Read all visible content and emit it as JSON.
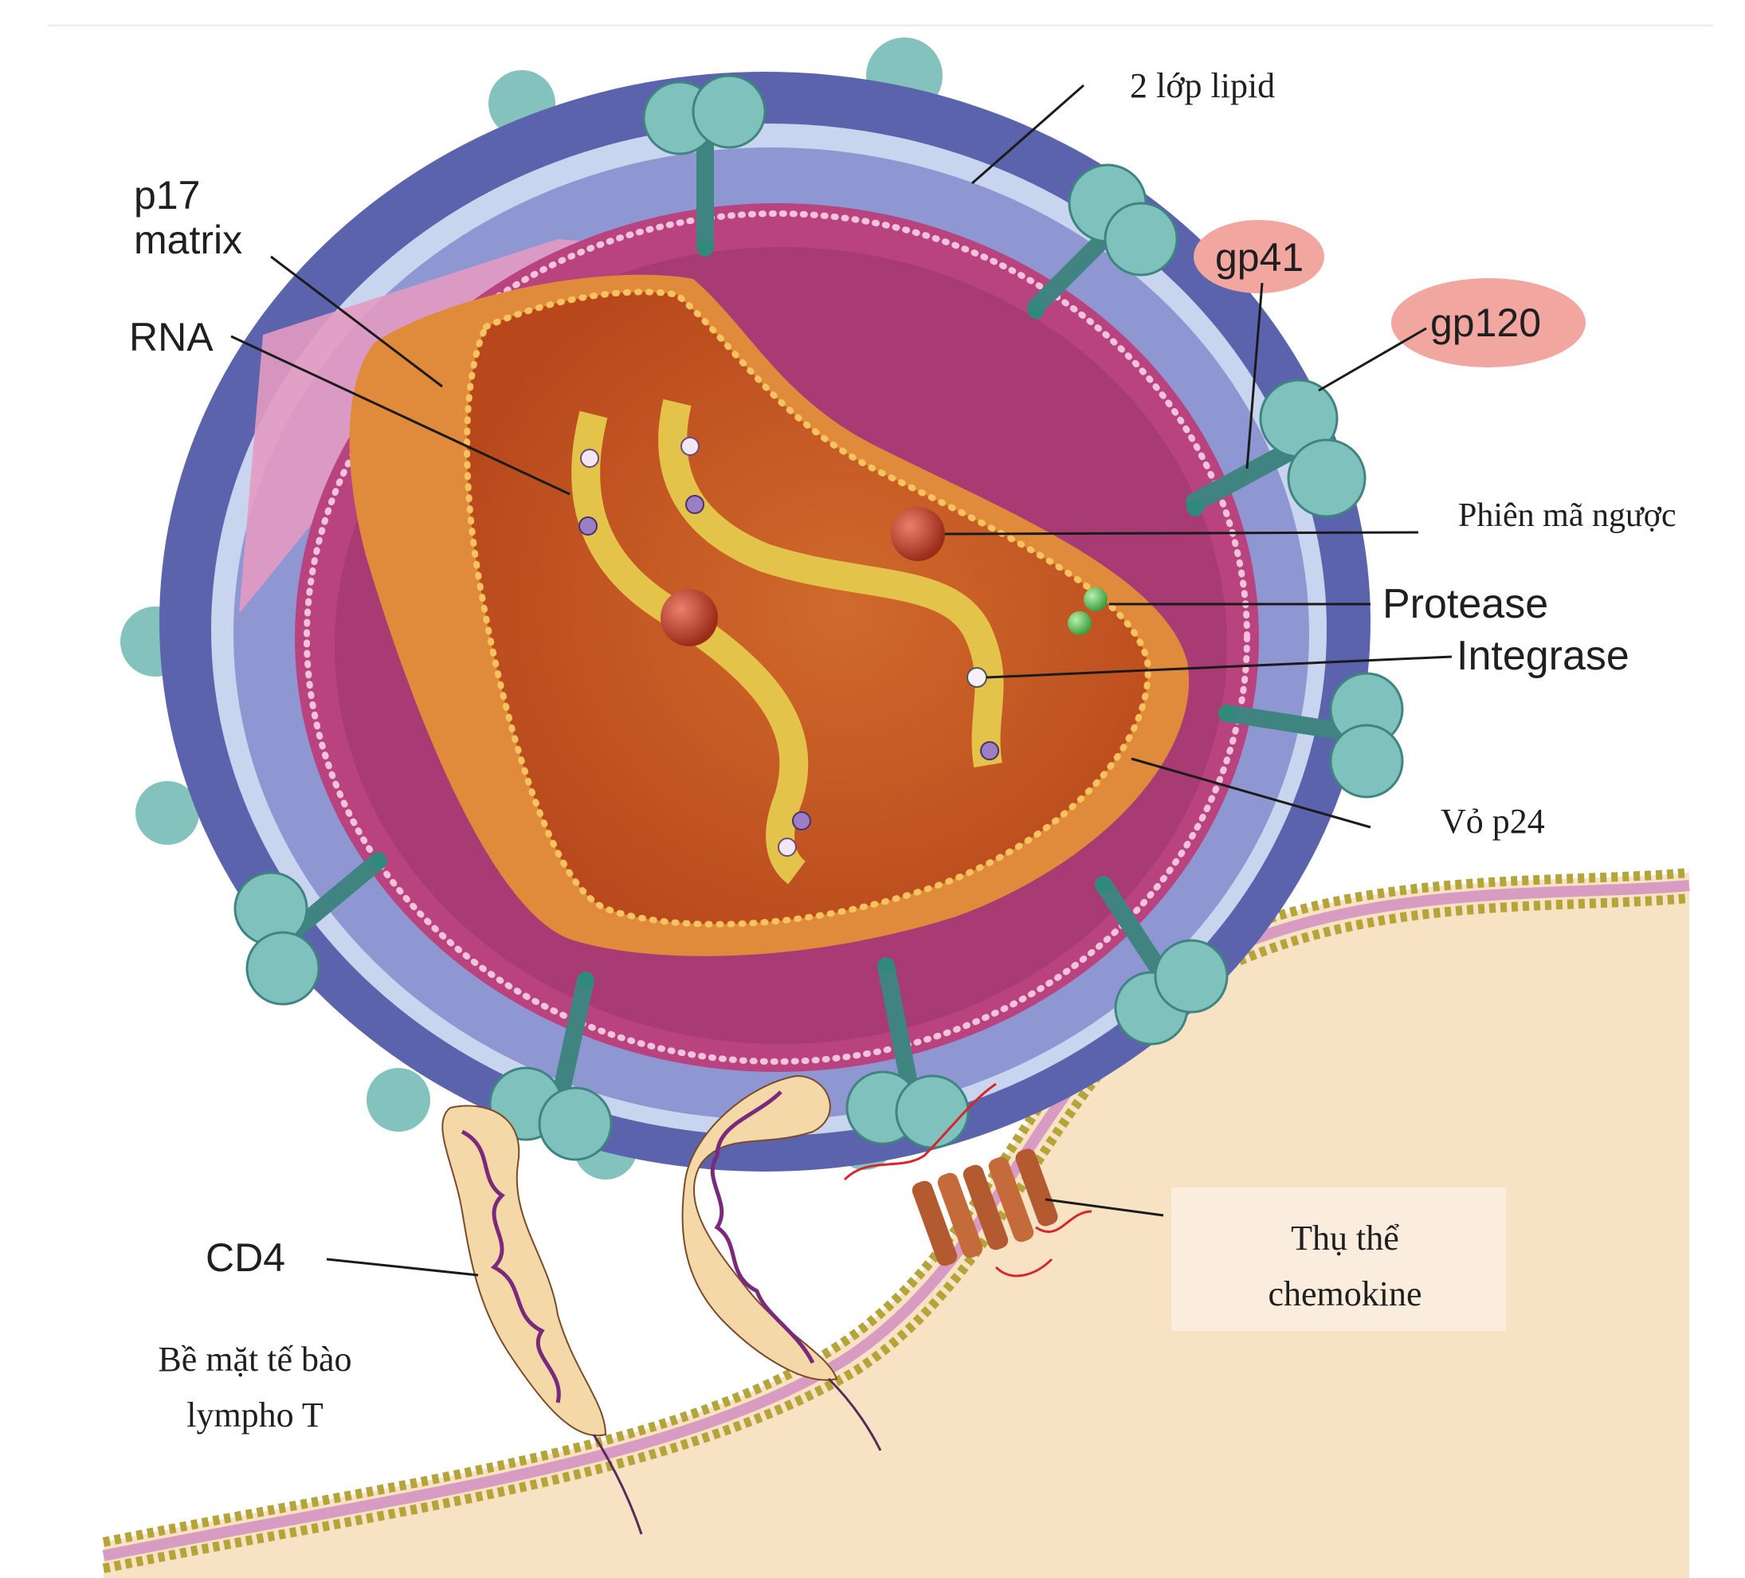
{
  "labels": {
    "lipid_bilayer": "2 lớp lipid",
    "p17_line1": "p17",
    "p17_line2": "matrix",
    "rna": "RNA",
    "gp41": "gp41",
    "gp120": "gp120",
    "reverse_transcriptase": "Phiên mã ngược",
    "protease": "Protease",
    "integrase": "Integrase",
    "capsid_p24": "Vỏ p24",
    "chemokine_line1": "Thụ thể",
    "chemokine_line2": "chemokine",
    "cd4": "CD4",
    "cell_surface_line1": "Bề mặt tế bào",
    "cell_surface_line2": "lympho T"
  },
  "colors": {
    "envelope_outer": "#5b63ad",
    "envelope_band": "#c9d4ef",
    "matrix": "#b8437f",
    "matrix_dots": "#f1c3dc",
    "capsid_outer": "#e08a3c",
    "capsid_inner": "#c75a24",
    "capsid_dots": "#f7c35e",
    "rna": "#e4c34a",
    "enzyme_red": "#b8402a",
    "protease_green": "#6fcf6a",
    "spike_teal": "#4f9e9a",
    "spike_teal_light": "#7fc2bd",
    "cell_fill": "#f7e3c4",
    "cell_membrane_pink": "#d89bc2",
    "cell_membrane_olive": "#b5a43a",
    "highlight_gp": "#f2a6a0",
    "cd4_fill": "#f5d8a8",
    "cd4_coil": "#7a2a7a",
    "receptor_brown": "#b45a30"
  }
}
